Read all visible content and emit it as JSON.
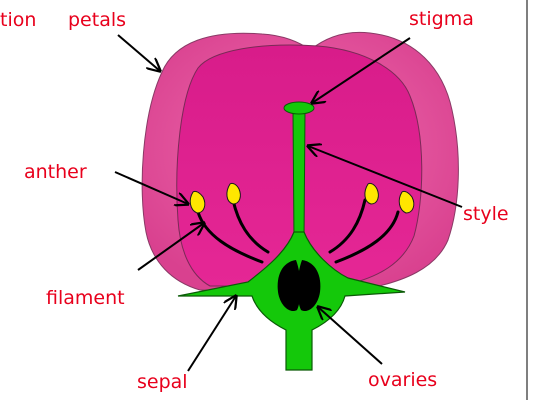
{
  "diagram": {
    "labels": {
      "cropped_left": "tion",
      "petals": "petals",
      "stigma": "stigma",
      "anther": "anther",
      "style": "style",
      "filament": "filament",
      "sepal": "sepal",
      "ovaries": "ovaries"
    },
    "colors": {
      "petal_outer": "#e0579b",
      "petal_inner": "#df1d8e",
      "stem_green": "#14c80a",
      "anther_yellow": "#ffe600",
      "ovary_black": "#000000",
      "label_red": "#e8001c",
      "arrow_black": "#000000"
    }
  }
}
